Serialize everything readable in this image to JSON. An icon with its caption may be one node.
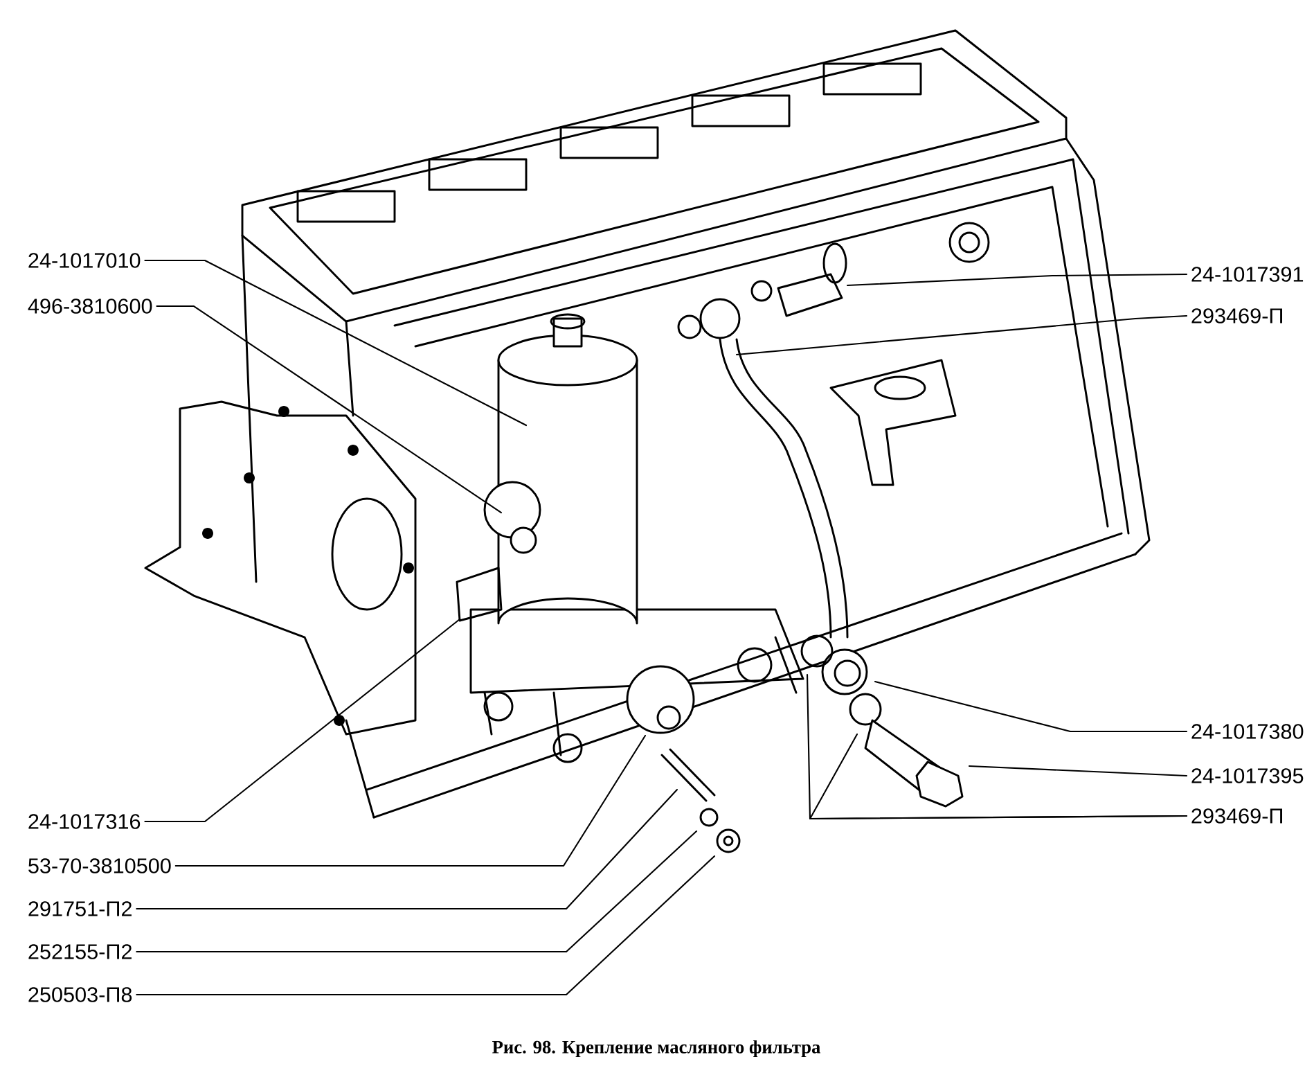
{
  "diagram": {
    "caption": "Рис. 98. Крепление масляного фильтра",
    "nodes": [
      {
        "text": [
          "24-1017010"
        ]
      },
      {
        "text": [
          "496-3810600"
        ]
      },
      {
        "text": [
          "24-1017391"
        ]
      },
      {
        "text": [
          "293469-П"
        ]
      },
      {
        "text": [
          "24-1017380"
        ]
      },
      {
        "text": [
          "24-1017395"
        ]
      },
      {
        "text": [
          "293469-П"
        ]
      },
      {
        "text": [
          "24-1017316"
        ]
      },
      {
        "text": [
          "53-70-3810500"
        ]
      },
      {
        "text": [
          "291751-П2"
        ]
      },
      {
        "text": [
          "252155-П2"
        ]
      },
      {
        "text": [
          "250503-П8"
        ]
      }
    ],
    "edges": [
      {
        "from": 0,
        "to": null,
        "arrow": "none"
      },
      {
        "from": 1,
        "to": null,
        "arrow": "none"
      },
      {
        "from": 2,
        "to": null,
        "arrow": "none"
      },
      {
        "from": 3,
        "to": null,
        "arrow": "none"
      },
      {
        "from": 4,
        "to": null,
        "arrow": "none"
      },
      {
        "from": 5,
        "to": null,
        "arrow": "none"
      },
      {
        "from": 6,
        "to": null,
        "arrow": "none"
      },
      {
        "from": 6,
        "to": null,
        "arrow": "none"
      },
      {
        "from": 7,
        "to": null,
        "arrow": "none"
      },
      {
        "from": 8,
        "to": null,
        "arrow": "none"
      },
      {
        "from": 9,
        "to": null,
        "arrow": "none"
      },
      {
        "from": 10,
        "to": null,
        "arrow": "none"
      },
      {
        "from": 11,
        "to": null,
        "arrow": "none"
      }
    ]
  }
}
